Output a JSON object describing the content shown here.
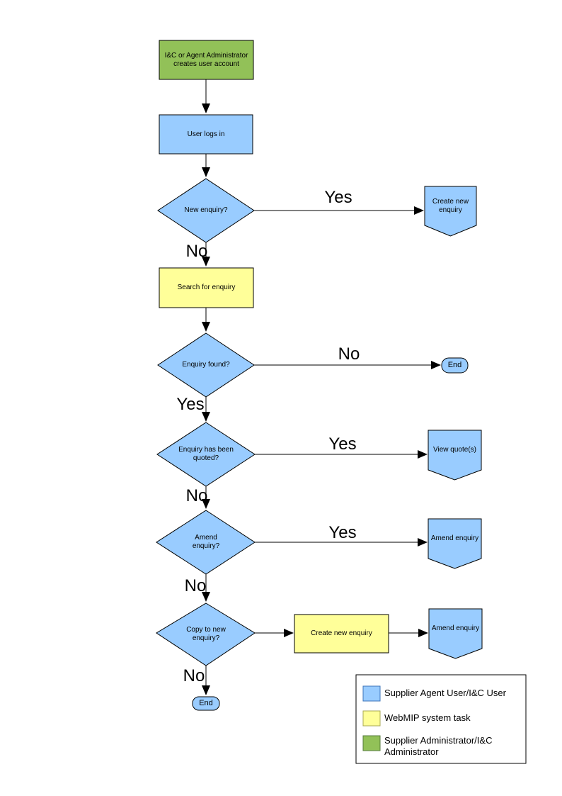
{
  "colors": {
    "user_shape": "#99CCFF",
    "system_shape": "#FFFF99",
    "admin_shape": "#92C158",
    "line": "#000000"
  },
  "nodes": {
    "admin_creates": "I&C or Agent Administrator creates user account",
    "user_logs_in": "User logs in",
    "new_enquiry_q": "New enquiry?",
    "create_new_enquiry_offpage": "Create new enquiry",
    "search_for_enquiry": "Search for enquiry",
    "enquiry_found_q": "Enquiry found?",
    "end_1": "End",
    "enquiry_quoted_q": "Enquiry has been quoted?",
    "view_quotes": "View quote(s)",
    "amend_enquiry_q": "Amend enquiry?",
    "amend_enquiry_offpage_1": "Amend enquiry",
    "copy_to_new_q": "Copy to new enquiry?",
    "create_new_enquiry_task": "Create new enquiry",
    "amend_enquiry_offpage_2": "Amend enquiry",
    "end_2": "End"
  },
  "edge_labels": {
    "yes": "Yes",
    "no": "No"
  },
  "legend": {
    "items": [
      {
        "color": "#99CCFF",
        "label": "Supplier Agent User/I&C User"
      },
      {
        "color": "#FFFF99",
        "label": "WebMIP system task"
      },
      {
        "color": "#92C158",
        "label": "Supplier Administrator/I&C Administrator"
      }
    ]
  }
}
